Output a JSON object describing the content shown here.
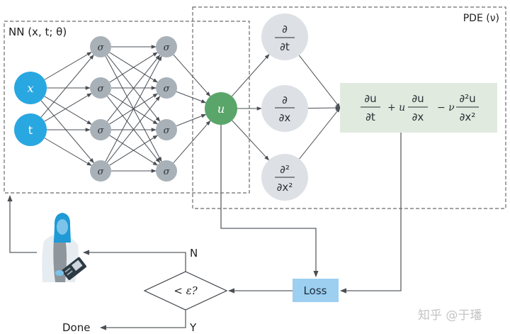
{
  "colors": {
    "input_node": "#29a7e1",
    "hidden_node": "#a9b1b8",
    "output_node": "#5aa66a",
    "derivative_node": "#dde1e5",
    "pde_box": "#e0eadf",
    "loss_box": "#9ccff0",
    "edge": "#4a4f55",
    "dashed_box": "#6b6b6b"
  },
  "nn_box": {
    "label": "NN (x, t; θ)"
  },
  "pde_box": {
    "label": "PDE (ν)"
  },
  "inputs": [
    {
      "label": "x"
    },
    {
      "label": "t"
    }
  ],
  "hidden_layers": [
    {
      "nodes": [
        "σ",
        "σ",
        "σ",
        "σ"
      ]
    },
    {
      "nodes": [
        "σ",
        "σ",
        "σ",
        "σ"
      ]
    }
  ],
  "output": {
    "label": "u"
  },
  "derivatives": [
    {
      "num": "∂",
      "den": "∂t"
    },
    {
      "num": "∂",
      "den": "∂x"
    },
    {
      "num": "∂²",
      "den": "∂x²"
    }
  ],
  "equation": {
    "term1": {
      "num": "∂u",
      "den": "∂t"
    },
    "op2": "+ u",
    "term2": {
      "num": "∂u",
      "den": "∂x"
    },
    "op3": "− ν",
    "term3": {
      "num": "∂²u",
      "den": "∂x²"
    }
  },
  "loss": {
    "label": "Loss"
  },
  "decision": {
    "label": "< ε?",
    "no_label": "N",
    "yes_label": "Y"
  },
  "done": {
    "label": "Done"
  },
  "figure": {
    "icon": "scientist-with-tablet-icon"
  },
  "watermark": "知乎 @于璠"
}
